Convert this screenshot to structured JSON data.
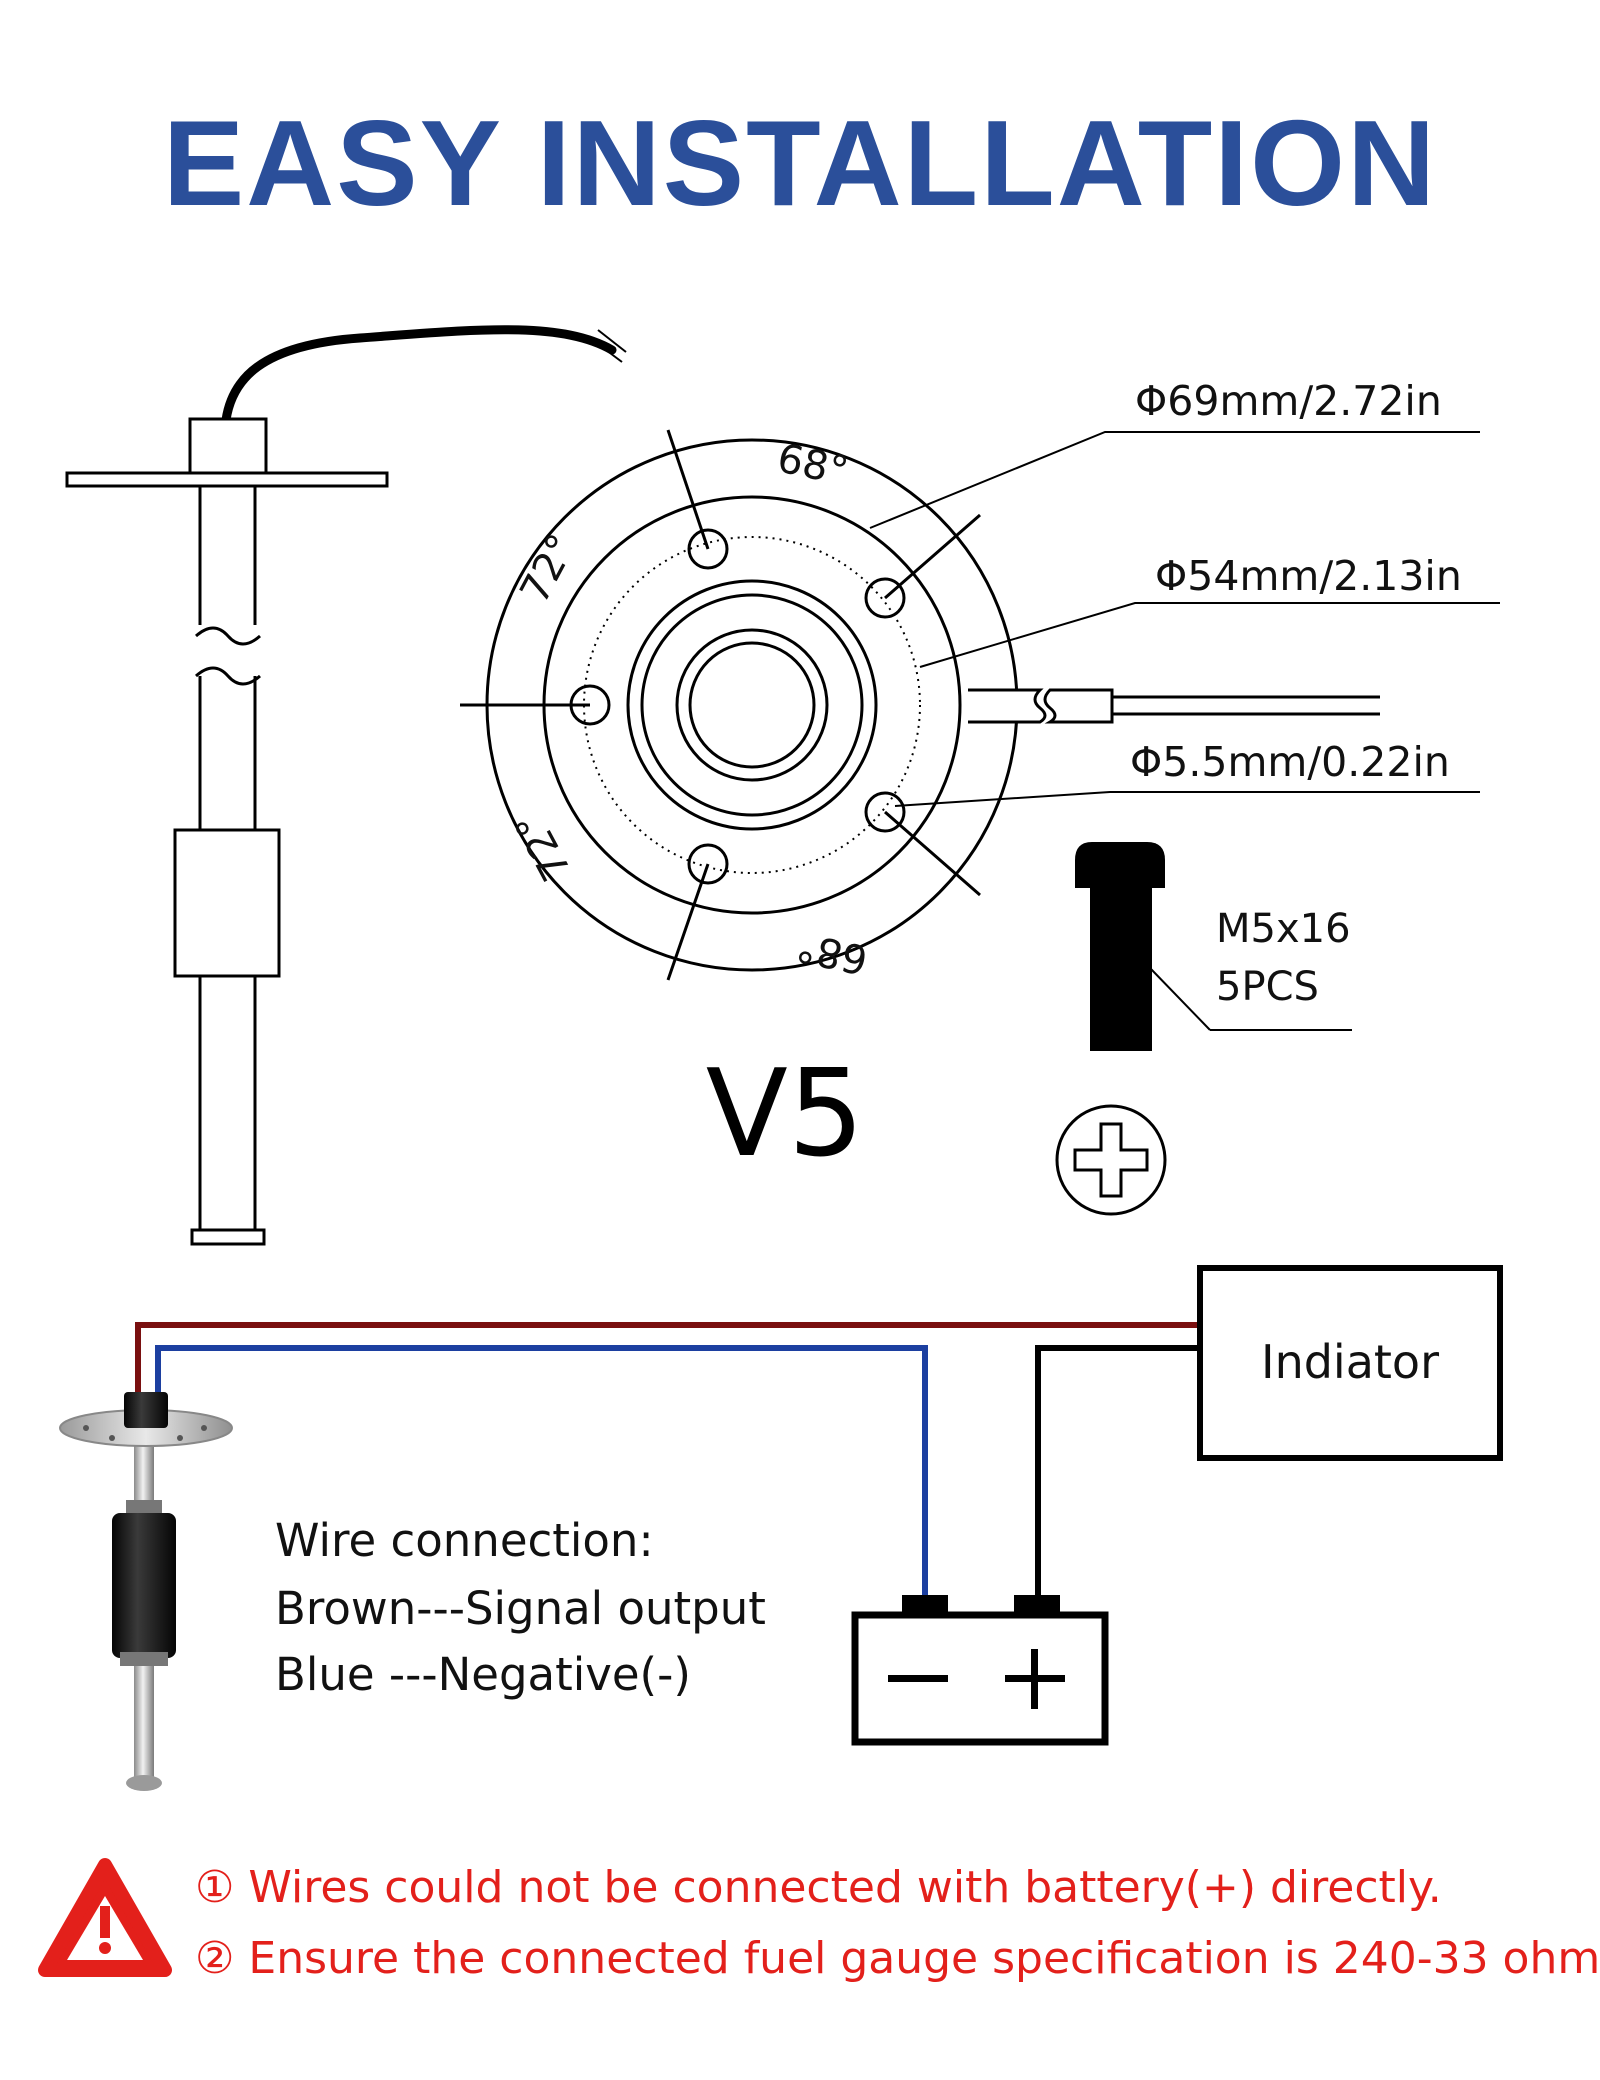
{
  "title": "EASY INSTALLATION",
  "dimensions": {
    "outer_diameter": "Φ69mm/2.72in",
    "inner_diameter": "Φ54mm/2.13in",
    "hole_diameter": "Φ5.5mm/0.22in"
  },
  "angles": {
    "top": "68°",
    "bottom": "68°",
    "left_upper": "72°",
    "left_lower": "72°"
  },
  "model": "V5",
  "screw": {
    "size": "M5x16",
    "quantity": "5PCS"
  },
  "indicator_label": "Indiator",
  "battery": {
    "negative": "−",
    "positive": "+"
  },
  "wire_connection": {
    "heading": "Wire connection:",
    "brown": "Brown---Signal output",
    "blue": "Blue ---Negative(-)"
  },
  "warnings": [
    "① Wires could not be connected with battery(+) directly.",
    "② Ensure the connected fuel gauge specification is 240-33 ohm."
  ],
  "colors": {
    "title": "#2b4f9a",
    "brown_wire": "#7a1010",
    "blue_wire": "#1c3fa0",
    "warning": "#e3201b"
  },
  "icons": [
    "warning-triangle-icon",
    "phillips-screw-head-icon"
  ]
}
